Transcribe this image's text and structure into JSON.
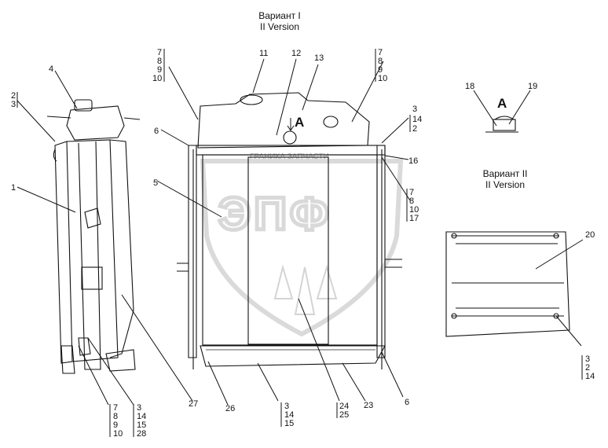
{
  "captions": {
    "variant1_ru": "Вариант I",
    "variant1_en": "II Version",
    "variant2_ru": "Вариант II",
    "variant2_en": "II Version",
    "view_letter": "A",
    "view_arrow_letter": "A"
  },
  "watermark": {
    "text": "ЭПФ",
    "subtext": "ГРАНИКА ЗАПЧАСТИ"
  },
  "callouts": [
    {
      "id": "c1",
      "text": "1"
    },
    {
      "id": "c2",
      "text": "2"
    },
    {
      "id": "c3",
      "text": "3"
    },
    {
      "id": "c4",
      "text": "4"
    },
    {
      "id": "c5",
      "text": "5"
    },
    {
      "id": "c6",
      "text": "6"
    },
    {
      "id": "c6b",
      "text": "6"
    },
    {
      "id": "c11",
      "text": "11"
    },
    {
      "id": "c12",
      "text": "12"
    },
    {
      "id": "c13",
      "text": "13"
    },
    {
      "id": "c16",
      "text": "16"
    },
    {
      "id": "c18",
      "text": "18"
    },
    {
      "id": "c19",
      "text": "19"
    },
    {
      "id": "c20",
      "text": "20"
    },
    {
      "id": "c23",
      "text": "23"
    },
    {
      "id": "c26",
      "text": "26"
    },
    {
      "id": "c27",
      "text": "27"
    }
  ],
  "stacks": {
    "top_left": [
      "7",
      "8",
      "9",
      "10"
    ],
    "top_right": [
      "7",
      "8",
      "9",
      "10"
    ],
    "left_top": [
      "2",
      "3"
    ],
    "right_top": [
      "3",
      "14",
      "2"
    ],
    "right_mid": [
      "7",
      "8",
      "10",
      "17"
    ],
    "bottom_left": [
      "7",
      "8",
      "9",
      "10"
    ],
    "bottom_left2": [
      "3",
      "14",
      "15",
      "28"
    ],
    "bottom_mid": [
      "3",
      "14",
      "15"
    ],
    "bottom_mid2": [
      "24",
      "25"
    ],
    "variant2": [
      "3",
      "2",
      "14"
    ]
  }
}
